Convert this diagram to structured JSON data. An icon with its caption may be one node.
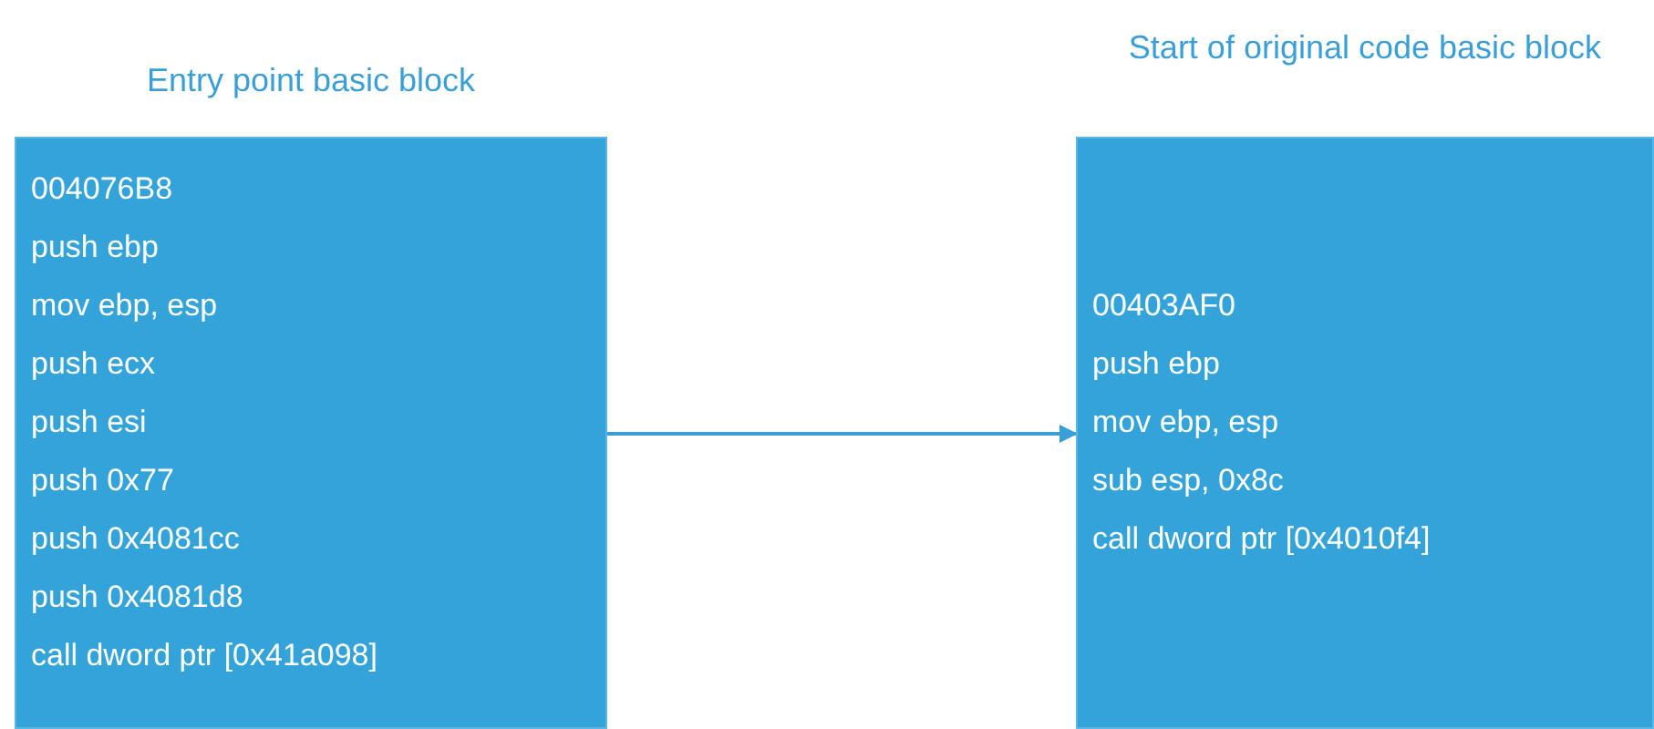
{
  "diagram": {
    "nodes": [
      {
        "text": [
          "Entry point basic block",
          "004076B8",
          "push ebp",
          "mov ebp, esp",
          "push ecx",
          "push esi",
          "push 0x77",
          "push 0x4081cc",
          "push 0x4081d8",
          "call dword ptr [0x41a098]"
        ]
      },
      {
        "text": [
          "Start of original code basic block",
          "00403AF0",
          "push ebp",
          "mov ebp, esp",
          "sub esp, 0x8c",
          "call dword ptr [0x4010f4]"
        ]
      }
    ],
    "edges": [
      {
        "from": 0,
        "to": 1,
        "arrow": "to"
      }
    ]
  }
}
